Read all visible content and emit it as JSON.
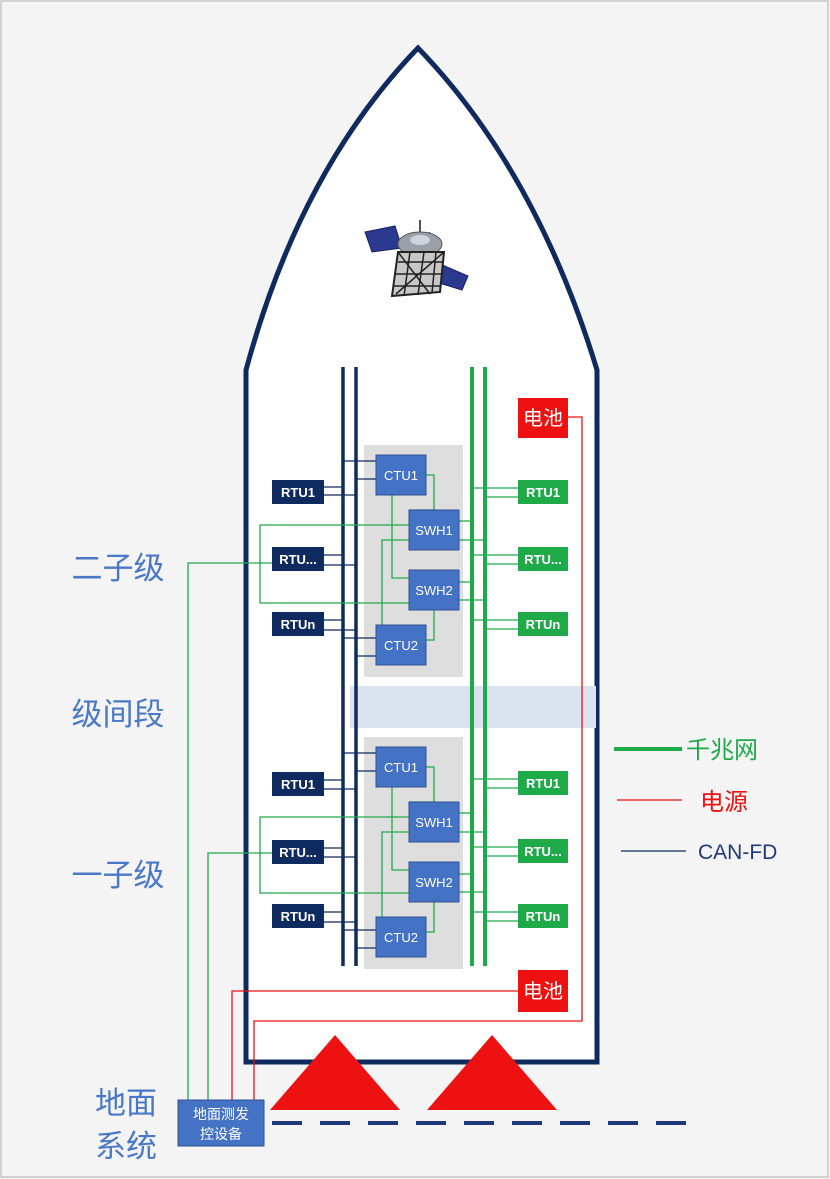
{
  "stages": {
    "upper": "二子级",
    "interstage": "级间段",
    "lower": "一子级",
    "ground_line1": "地面",
    "ground_line2": "系统"
  },
  "upper_stage": {
    "ctu_top": "CTU1",
    "swh_top": "SWH1",
    "swh_bottom": "SWH2",
    "ctu_bottom": "CTU2",
    "can_rtus": [
      "RTU1",
      "RTU...",
      "RTUn"
    ],
    "eth_rtus": [
      "RTU1",
      "RTU...",
      "RTUn"
    ],
    "battery": "电池"
  },
  "lower_stage": {
    "ctu_top": "CTU1",
    "swh_top": "SWH1",
    "swh_bottom": "SWH2",
    "ctu_bottom": "CTU2",
    "can_rtus": [
      "RTU1",
      "RTU...",
      "RTUn"
    ],
    "eth_rtus": [
      "RTU1",
      "RTU...",
      "RTUn"
    ],
    "battery": "电池"
  },
  "ground_equipment": {
    "line1": "地面测发",
    "line2": "控设备"
  },
  "legend": {
    "gigabit": "千兆网",
    "power": "电源",
    "canfd": "CAN-FD"
  },
  "colors": {
    "canfd": "#0f2a5e",
    "gigabit": "#1faa4a",
    "power": "#ee1111",
    "unit_blue": "#4472c4",
    "stage_text": "#4a78c8"
  },
  "icons": [
    "satellite-icon",
    "flame-icon"
  ]
}
